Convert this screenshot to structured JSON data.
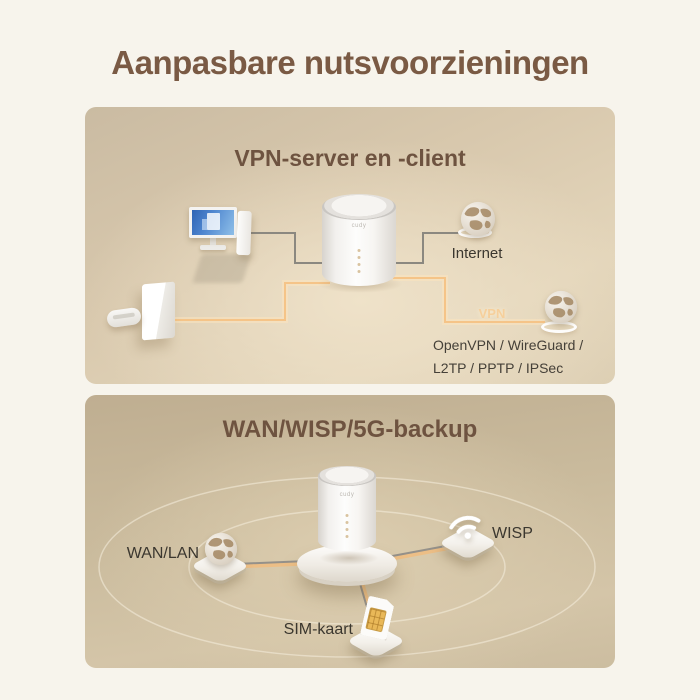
{
  "page": {
    "title": "Aanpasbare nutsvoorzieningen"
  },
  "device": {
    "brand": "cudy"
  },
  "colors": {
    "background": "#f7f4ec",
    "title_brown": "#7a5a44",
    "heading_brown": "#6e5340",
    "label_dark": "#3b372f",
    "cable_gray": "#8b8880",
    "cable_orange": "#f5c488",
    "panel_vpn_tan": "#d8c8ad",
    "panel_backup_tan": "#cabb9d",
    "screen_blue": "#4f86cf",
    "sim_gold": "#e9b858"
  },
  "panels": [
    {
      "title": "VPN-server en -client",
      "labels": {
        "internet": "Internet",
        "vpn_tag": "VPN",
        "protocols_line1": "OpenVPN / WireGuard /",
        "protocols_line2": "L2TP / PPTP / IPSec"
      }
    },
    {
      "title": "WAN/WISP/5G-backup",
      "labels": {
        "wan": "WAN/LAN",
        "wisp": "WISP",
        "sim": "SIM-kaart"
      }
    }
  ]
}
